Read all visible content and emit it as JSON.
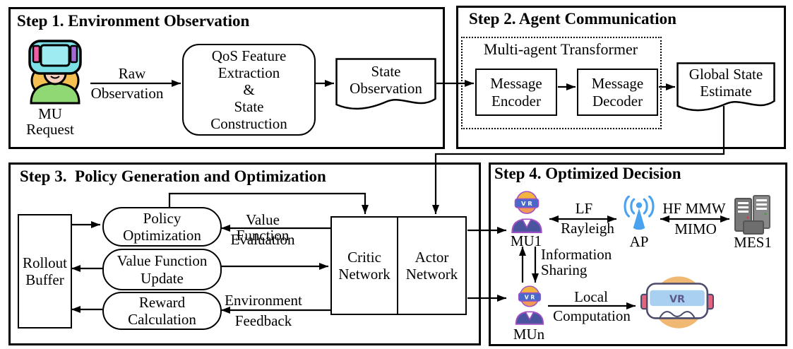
{
  "colors": {
    "outline": "#000000",
    "ap_blue": "#4aa3ee",
    "server_gray": "#8a8a8a",
    "server_gray_dark": "#6e6e6e",
    "headset_cyan": "#7de0e6",
    "headset_screen": "#9febf2",
    "panel_pink": "#ef5fa7",
    "panel_purple": "#a569d6",
    "shirt_green": "#90d873",
    "hair_yellow": "#f3c051",
    "skin_light": "#f8d2be",
    "suit_navy": "#4a549e",
    "suit_outline_purple": "#a04fc4",
    "skin_orange": "#f09a57",
    "goggle_blue": "#4968c9",
    "vr_circle_orange": "#f0b873",
    "goggle_front_blue": "#a9d0f0",
    "strap_pink": "#e4647e",
    "goggle_outline": "#4a4a6a"
  },
  "icons": [
    "vr-woman-icon",
    "vr-user-icon",
    "access-point-icon",
    "edge-server-icon",
    "vr-headset-icon"
  ],
  "step1": {
    "title": "Step 1. Environment Observation",
    "mu_label": [
      "MU",
      "Request"
    ],
    "raw_label": [
      "Raw",
      "Observation"
    ],
    "qos_box": [
      "QoS Feature",
      "Extraction",
      "&",
      "State",
      "Construction"
    ],
    "state_doc": [
      "State",
      "Observation"
    ]
  },
  "step2": {
    "title": "Step 2. Agent Communication",
    "transformer_label": "Multi-agent Transformer",
    "encoder_box": [
      "Message",
      "Encoder"
    ],
    "decoder_box": [
      "Message",
      "Decoder"
    ],
    "global_doc": [
      "Global State",
      "Estimate"
    ]
  },
  "step3": {
    "title": "Step 3.  Policy Generation and Optimization",
    "rollout_box": [
      "Rollout",
      "Buffer"
    ],
    "policy_box": [
      "Policy",
      "Optimization"
    ],
    "value_box": [
      "Value Function",
      "Update"
    ],
    "reward_box": [
      "Reward",
      "Calculation"
    ],
    "critic_box": [
      "Critic",
      "Network"
    ],
    "actor_box": [
      "Actor",
      "Network"
    ],
    "value_eval_label": [
      "Value Function",
      "Evaluation"
    ],
    "env_feedback_label": [
      "Environment",
      "Feedback"
    ]
  },
  "step4": {
    "title": "Step 4. Optimized Decision",
    "mu1_label": "MU1",
    "ap_label": "AP",
    "mes1_label": "MES1",
    "mun_label": "MUn",
    "lf_link_label": [
      "LF",
      "Rayleigh"
    ],
    "hf_link_label": [
      "HF MMW",
      "MIMO"
    ],
    "info_label": [
      "Information",
      "Sharing"
    ],
    "local_label": [
      "Local",
      "Computation"
    ]
  }
}
